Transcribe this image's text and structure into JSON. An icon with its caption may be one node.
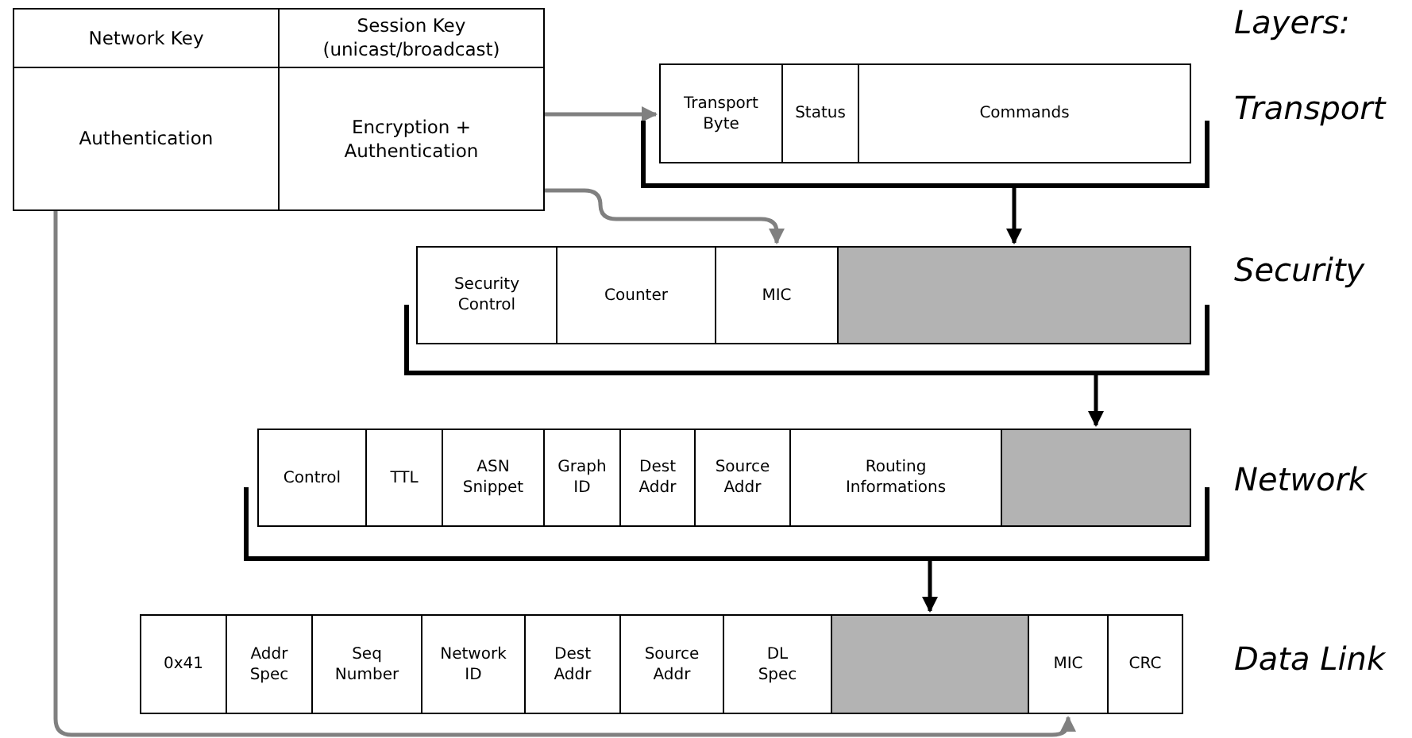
{
  "diagram": {
    "nodes": [
      {
        "text": [
          "Network Key"
        ]
      },
      {
        "text": [
          "Session Key (unicast/broadcast)"
        ]
      },
      {
        "text": [
          "Authentication"
        ]
      },
      {
        "text": [
          "Encryption + Authentication"
        ]
      },
      {
        "text": [
          "Transport Byte"
        ]
      },
      {
        "text": [
          "Status"
        ]
      },
      {
        "text": [
          "Commands"
        ]
      },
      {
        "text": [],
        "shape": "bracket"
      },
      {
        "text": [
          "Security Control"
        ]
      },
      {
        "text": [
          "Counter"
        ]
      },
      {
        "text": [
          "MIC"
        ]
      },
      {
        "text": [],
        "shape": "box"
      },
      {
        "text": [],
        "shape": "bracket"
      },
      {
        "text": [
          "Control"
        ]
      },
      {
        "text": [
          "TTL"
        ]
      },
      {
        "text": [
          "ASN Snippet"
        ]
      },
      {
        "text": [
          "Graph ID"
        ]
      },
      {
        "text": [
          "Dest Addr"
        ]
      },
      {
        "text": [
          "Source Addr"
        ]
      },
      {
        "text": [
          "Routing Informations"
        ]
      },
      {
        "text": [],
        "shape": "box"
      },
      {
        "text": [],
        "shape": "bracket"
      },
      {
        "text": [
          "0x41"
        ]
      },
      {
        "text": [
          "Addr Spec"
        ]
      },
      {
        "text": [
          "Seq Number"
        ]
      },
      {
        "text": [
          "Network ID"
        ]
      },
      {
        "text": [
          "Dest Addr"
        ]
      },
      {
        "text": [
          "Source Addr"
        ]
      },
      {
        "text": [
          "DL Spec"
        ]
      },
      {
        "text": [],
        "shape": "box"
      },
      {
        "text": [
          "MIC"
        ]
      },
      {
        "text": [
          "CRC"
        ]
      }
    ],
    "edges": [
      {
        "from": 3,
        "to": 4,
        "arrow": "to",
        "color": "#808080"
      },
      {
        "from": 3,
        "to": 10,
        "arrow": "to",
        "color": "#808080"
      },
      {
        "from": 2,
        "to": 30,
        "arrow": "to",
        "color": "#808080"
      },
      {
        "from": 7,
        "to": 11,
        "arrow": "to",
        "color": "#000000"
      },
      {
        "from": 12,
        "to": 20,
        "arrow": "to",
        "color": "#000000"
      },
      {
        "from": 21,
        "to": 29,
        "arrow": "to",
        "color": "#000000"
      }
    ],
    "labels": [
      "Layers:",
      "Transport",
      "Security",
      "Network",
      "Data Link"
    ]
  }
}
